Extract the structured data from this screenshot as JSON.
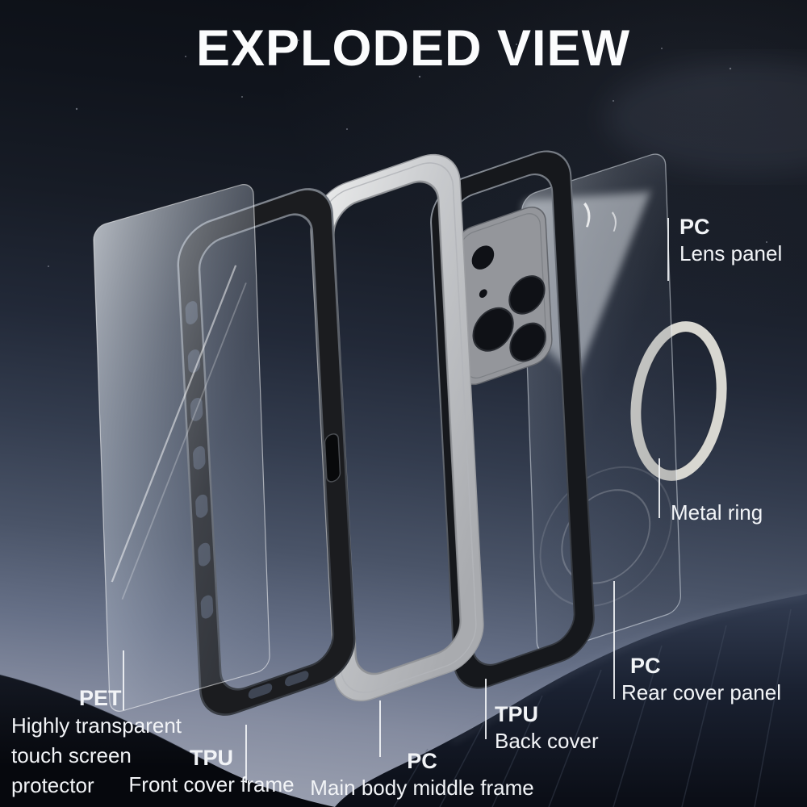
{
  "title": "EXPLODED VIEW",
  "callouts": {
    "lens_panel": {
      "material": "PC",
      "name": "Lens panel"
    },
    "metal_ring": {
      "name": "Metal ring"
    },
    "rear_cover_panel": {
      "material": "PC",
      "name": "Rear cover panel"
    },
    "back_cover": {
      "material": "TPU",
      "name": "Back cover"
    },
    "main_body_middle_frame": {
      "material": "PC",
      "name": "Main body middle frame"
    },
    "front_cover_frame": {
      "material": "TPU",
      "name": "Front cover frame"
    },
    "screen_protector": {
      "material": "PET",
      "name_line1": "Highly transparent",
      "name_line2": "touch screen",
      "name_line3": "protector"
    }
  },
  "colors": {
    "accent_orange": "#ef8d30",
    "metal_ring": "#d8d7d1",
    "label_text": "#f2f4f7",
    "sky_top": "#0b0e14",
    "sky_bottom": "#9da3b2"
  }
}
